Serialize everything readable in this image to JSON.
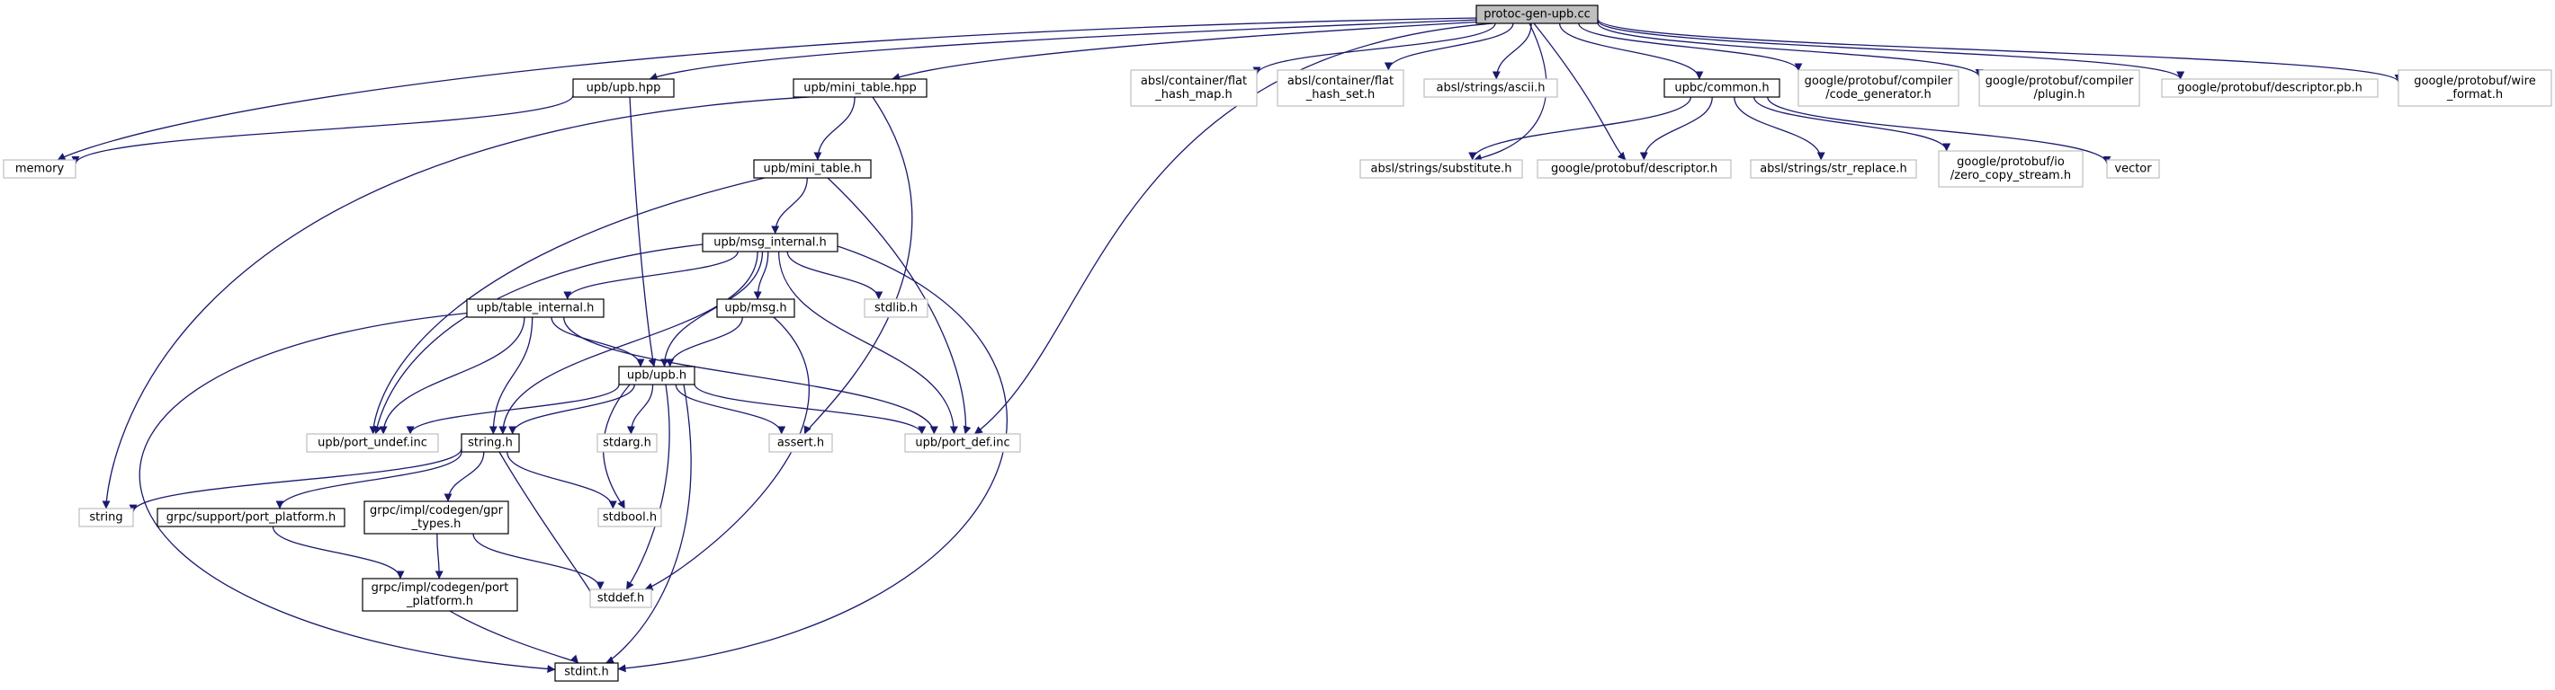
{
  "colors": {
    "root_fill": "#bfbfbf",
    "node_fill": "#ffffff",
    "documented_border": "#000000",
    "external_border": "#bfbfbf",
    "edge": "#191970"
  },
  "graph": {
    "root": "protoc",
    "nodes": [
      {
        "id": "protoc",
        "lines": [
          "protoc-gen-upb.cc"
        ],
        "kind": "root"
      },
      {
        "id": "upb_hpp",
        "lines": [
          "upb/upb.hpp"
        ],
        "kind": "documented"
      },
      {
        "id": "mini_table_hpp",
        "lines": [
          "upb/mini_table.hpp"
        ],
        "kind": "documented"
      },
      {
        "id": "flat_hash_map",
        "lines": [
          "absl/container/flat",
          "_hash_map.h"
        ],
        "kind": "external"
      },
      {
        "id": "flat_hash_set",
        "lines": [
          "absl/container/flat",
          "_hash_set.h"
        ],
        "kind": "external"
      },
      {
        "id": "ascii",
        "lines": [
          "absl/strings/ascii.h"
        ],
        "kind": "external"
      },
      {
        "id": "upbc_common",
        "lines": [
          "upbc/common.h"
        ],
        "kind": "documented"
      },
      {
        "id": "code_generator",
        "lines": [
          "google/protobuf/compiler",
          "/code_generator.h"
        ],
        "kind": "external"
      },
      {
        "id": "plugin",
        "lines": [
          "google/protobuf/compiler",
          "/plugin.h"
        ],
        "kind": "external"
      },
      {
        "id": "descriptor_pb",
        "lines": [
          "google/protobuf/descriptor.pb.h"
        ],
        "kind": "external"
      },
      {
        "id": "wire_format",
        "lines": [
          "google/protobuf/wire",
          "_format.h"
        ],
        "kind": "external"
      },
      {
        "id": "memory",
        "lines": [
          "memory"
        ],
        "kind": "external"
      },
      {
        "id": "mini_table_h",
        "lines": [
          "upb/mini_table.h"
        ],
        "kind": "documented"
      },
      {
        "id": "substitute",
        "lines": [
          "absl/strings/substitute.h"
        ],
        "kind": "external"
      },
      {
        "id": "descriptor_h",
        "lines": [
          "google/protobuf/descriptor.h"
        ],
        "kind": "external"
      },
      {
        "id": "str_replace",
        "lines": [
          "absl/strings/str_replace.h"
        ],
        "kind": "external"
      },
      {
        "id": "zero_copy",
        "lines": [
          "google/protobuf/io",
          "/zero_copy_stream.h"
        ],
        "kind": "external"
      },
      {
        "id": "vector",
        "lines": [
          "vector"
        ],
        "kind": "external"
      },
      {
        "id": "msg_internal",
        "lines": [
          "upb/msg_internal.h"
        ],
        "kind": "documented"
      },
      {
        "id": "table_internal",
        "lines": [
          "upb/table_internal.h"
        ],
        "kind": "documented"
      },
      {
        "id": "msg_h",
        "lines": [
          "upb/msg.h"
        ],
        "kind": "documented"
      },
      {
        "id": "stdlib",
        "lines": [
          "stdlib.h"
        ],
        "kind": "external"
      },
      {
        "id": "upb_h",
        "lines": [
          "upb/upb.h"
        ],
        "kind": "documented"
      },
      {
        "id": "port_undef",
        "lines": [
          "upb/port_undef.inc"
        ],
        "kind": "external"
      },
      {
        "id": "string_h",
        "lines": [
          "string.h"
        ],
        "kind": "documented"
      },
      {
        "id": "stdarg",
        "lines": [
          "stdarg.h"
        ],
        "kind": "external"
      },
      {
        "id": "assert",
        "lines": [
          "assert.h"
        ],
        "kind": "external"
      },
      {
        "id": "port_def",
        "lines": [
          "upb/port_def.inc"
        ],
        "kind": "external"
      },
      {
        "id": "string",
        "lines": [
          "string"
        ],
        "kind": "external"
      },
      {
        "id": "port_platform_grpc",
        "lines": [
          "grpc/support/port_platform.h"
        ],
        "kind": "documented"
      },
      {
        "id": "gpr_types",
        "lines": [
          "grpc/impl/codegen/gpr",
          "_types.h"
        ],
        "kind": "documented"
      },
      {
        "id": "stdbool",
        "lines": [
          "stdbool.h"
        ],
        "kind": "external"
      },
      {
        "id": "codegen_port_platform",
        "lines": [
          "grpc/impl/codegen/port",
          "_platform.h"
        ],
        "kind": "documented"
      },
      {
        "id": "stddef",
        "lines": [
          "stddef.h"
        ],
        "kind": "external"
      },
      {
        "id": "stdint",
        "lines": [
          "stdint.h"
        ],
        "kind": "documented"
      }
    ],
    "edges": [
      [
        "protoc",
        "upb_hpp"
      ],
      [
        "protoc",
        "mini_table_hpp"
      ],
      [
        "protoc",
        "flat_hash_map"
      ],
      [
        "protoc",
        "flat_hash_set"
      ],
      [
        "protoc",
        "ascii"
      ],
      [
        "protoc",
        "upbc_common"
      ],
      [
        "protoc",
        "code_generator"
      ],
      [
        "protoc",
        "plugin"
      ],
      [
        "protoc",
        "descriptor_pb"
      ],
      [
        "protoc",
        "wire_format"
      ],
      [
        "protoc",
        "memory"
      ],
      [
        "protoc",
        "substitute"
      ],
      [
        "protoc",
        "descriptor_h"
      ],
      [
        "protoc",
        "port_def"
      ],
      [
        "upb_hpp",
        "memory"
      ],
      [
        "upb_hpp",
        "upb_h"
      ],
      [
        "mini_table_hpp",
        "mini_table_h"
      ],
      [
        "mini_table_hpp",
        "string"
      ],
      [
        "mini_table_hpp",
        "assert"
      ],
      [
        "mini_table_h",
        "msg_internal"
      ],
      [
        "mini_table_h",
        "port_undef"
      ],
      [
        "mini_table_h",
        "port_def"
      ],
      [
        "upbc_common",
        "substitute"
      ],
      [
        "upbc_common",
        "descriptor_h"
      ],
      [
        "upbc_common",
        "str_replace"
      ],
      [
        "upbc_common",
        "zero_copy"
      ],
      [
        "upbc_common",
        "vector"
      ],
      [
        "msg_internal",
        "table_internal"
      ],
      [
        "msg_internal",
        "msg_h"
      ],
      [
        "msg_internal",
        "stdlib"
      ],
      [
        "msg_internal",
        "upb_h"
      ],
      [
        "msg_internal",
        "port_undef"
      ],
      [
        "msg_internal",
        "string_h"
      ],
      [
        "msg_internal",
        "port_def"
      ],
      [
        "msg_internal",
        "stdint"
      ],
      [
        "table_internal",
        "upb_h"
      ],
      [
        "table_internal",
        "port_undef"
      ],
      [
        "table_internal",
        "string_h"
      ],
      [
        "table_internal",
        "port_def"
      ],
      [
        "table_internal",
        "stdint"
      ],
      [
        "msg_h",
        "upb_h"
      ],
      [
        "msg_h",
        "stddef"
      ],
      [
        "upb_h",
        "port_undef"
      ],
      [
        "upb_h",
        "string_h"
      ],
      [
        "upb_h",
        "stdarg"
      ],
      [
        "upb_h",
        "assert"
      ],
      [
        "upb_h",
        "port_def"
      ],
      [
        "upb_h",
        "stdbool"
      ],
      [
        "upb_h",
        "stddef"
      ],
      [
        "upb_h",
        "stdint"
      ],
      [
        "string_h",
        "string"
      ],
      [
        "string_h",
        "port_platform_grpc"
      ],
      [
        "string_h",
        "gpr_types"
      ],
      [
        "string_h",
        "stdbool"
      ],
      [
        "string_h",
        "stddef"
      ],
      [
        "port_platform_grpc",
        "codegen_port_platform"
      ],
      [
        "gpr_types",
        "codegen_port_platform"
      ],
      [
        "gpr_types",
        "stddef"
      ],
      [
        "codegen_port_platform",
        "stdint"
      ]
    ]
  }
}
